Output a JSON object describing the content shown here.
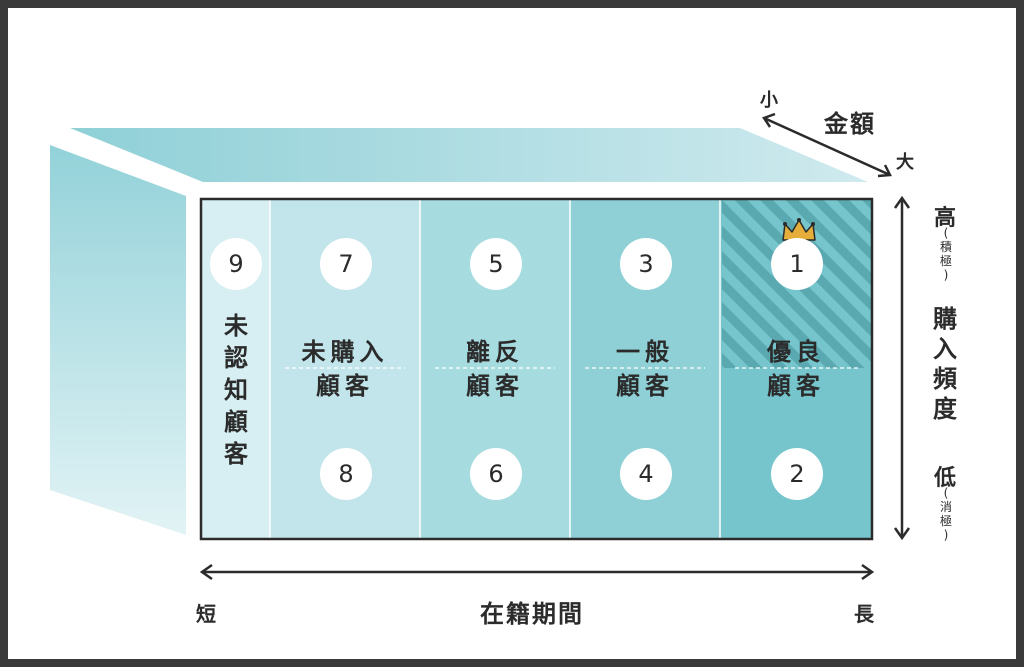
{
  "segments": [
    {
      "top_number": "9",
      "label_lines": [
        "未",
        "認",
        "知",
        "顧",
        "客"
      ]
    },
    {
      "top_number": "7",
      "label_lines": [
        "未購入",
        "顧客"
      ],
      "bottom_number": "8"
    },
    {
      "top_number": "5",
      "label_lines": [
        "離反",
        "顧客"
      ],
      "bottom_number": "6"
    },
    {
      "top_number": "3",
      "label_lines": [
        "一般",
        "顧客"
      ],
      "bottom_number": "4"
    },
    {
      "top_number": "1",
      "label_lines": [
        "優良",
        "顧客"
      ],
      "bottom_number": "2"
    }
  ],
  "axes": {
    "horizontal": {
      "title": "在籍期間",
      "left_end": "短",
      "right_end": "長"
    },
    "vertical": {
      "title_chars": [
        "購",
        "入",
        "頻",
        "度"
      ],
      "top_end": "高",
      "top_note": [
        "積",
        "極"
      ],
      "bottom_end": "低",
      "bottom_note": [
        "消",
        "極"
      ]
    },
    "depth": {
      "title": "金額",
      "near_end": "小",
      "far_end": "大"
    }
  },
  "colors": {
    "seg1": "#d7eff2",
    "seg2": "#c1e5ea",
    "seg3": "#a6dbe0",
    "seg4": "#8ed0d6",
    "seg5": "#76c5cd",
    "top_face": "#bfe5ea",
    "side_face": "#9ed7dd",
    "stripe": "#5aa9b0",
    "crown": "#e5ad3a"
  },
  "icons": {
    "crown": "crown-icon"
  }
}
